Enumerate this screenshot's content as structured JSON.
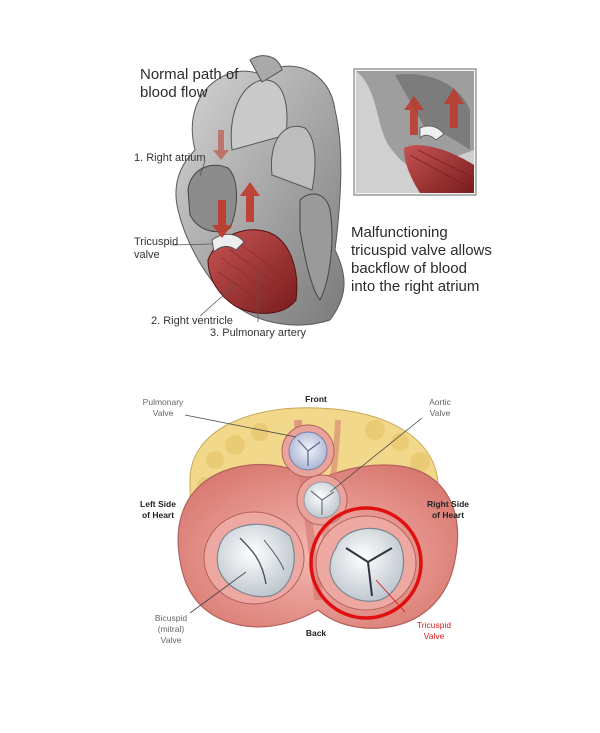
{
  "top_figure": {
    "title_line1": "Normal path of",
    "title_line2": "blood flow",
    "label_right_atrium": "1. Right atrium",
    "label_tricuspid_line1": "Tricuspid",
    "label_tricuspid_line2": "valve",
    "label_right_ventricle": "2. Right ventricle",
    "label_pulmonary_artery": "3. Pulmonary artery",
    "inset_caption_line1": "Malfunctioning",
    "inset_caption_line2": "tricuspid valve allows",
    "inset_caption_line3": "backflow of blood",
    "inset_caption_line4": "into the right atrium"
  },
  "bottom_figure": {
    "label_front": "Front",
    "label_back": "Back",
    "label_pulmonary_line1": "Pulmonary",
    "label_pulmonary_line2": "Valve",
    "label_aortic_line1": "Aortic",
    "label_aortic_line2": "Valve",
    "label_left_side_line1": "Left Side",
    "label_left_side_line2": "of Heart",
    "label_right_side_line1": "Right Side",
    "label_right_side_line2": "of Heart",
    "label_bicuspid_line1": "Bicuspid",
    "label_bicuspid_line2": "(mitral)",
    "label_bicuspid_line3": "Valve",
    "label_tricuspid_line1": "Tricuspid",
    "label_tricuspid_line2": "Valve"
  },
  "colors": {
    "flesh": "#e8a09a",
    "muscle": "#b03838",
    "highlight": "#e01010",
    "fat": "#f2d88a",
    "valve": "#e9eef3"
  }
}
